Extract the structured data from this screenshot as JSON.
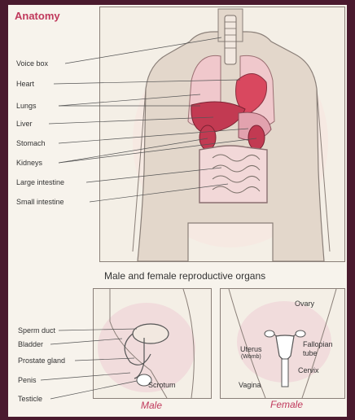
{
  "title": "Anatomy",
  "body_labels": [
    "Voice box",
    "Heart",
    "Lungs",
    "Liver",
    "Stomach",
    "Kidneys",
    "Large intestine",
    "Small intestine"
  ],
  "repro_title": "Male and female reproductive organs",
  "male": {
    "labels": [
      "Sperm duct",
      "Bladder",
      "Prostate gland",
      "Penis",
      "Testicle"
    ],
    "scrotum_label": "Scrotum",
    "caption": "Male"
  },
  "female": {
    "labels": {
      "ovary": "Ovary",
      "uterus": "Uterus",
      "womb": "(Womb)",
      "fallopian": "Fallopian",
      "tube": "tube",
      "cervix": "Cervix",
      "vagina": "Vagina"
    },
    "caption": "Female"
  },
  "colors": {
    "accent": "#c0395c",
    "skin": "#e8ddd0",
    "organ": "#d9485f"
  }
}
